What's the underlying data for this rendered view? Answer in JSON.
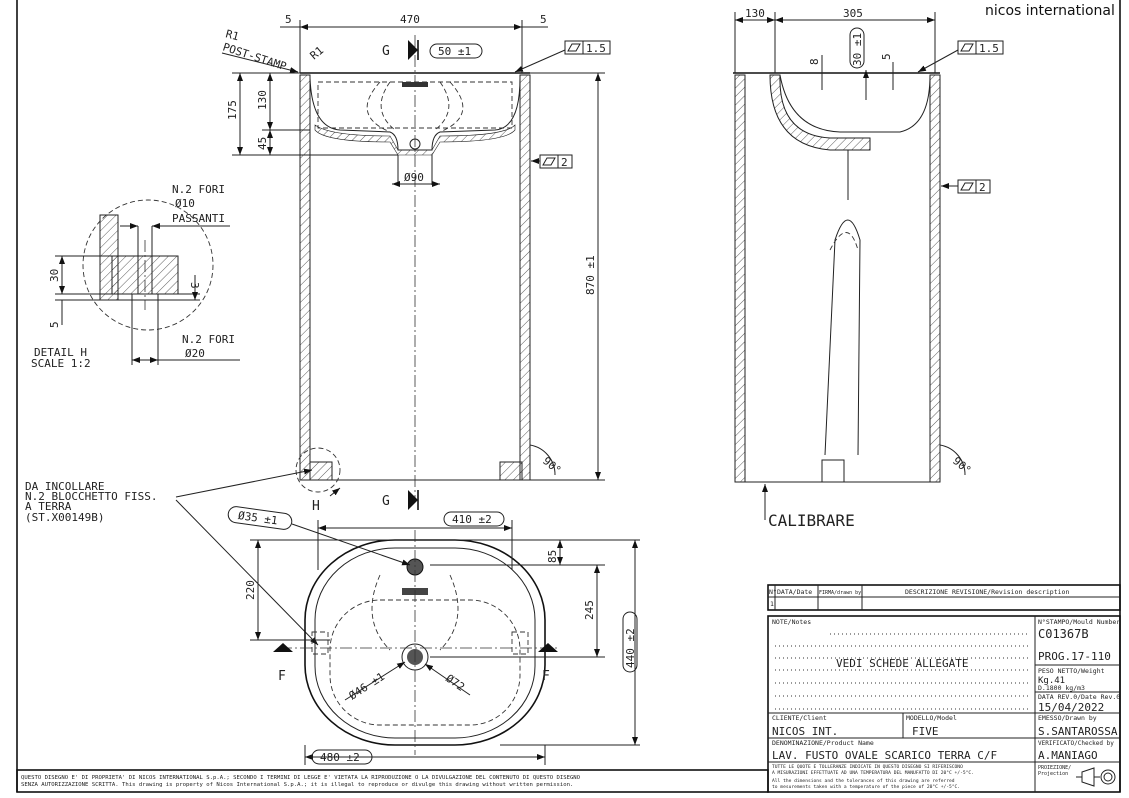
{
  "brand": "nicos international",
  "front_view": {
    "dim_width": "470",
    "dim_left_gap": "5",
    "dim_right_gap": "5",
    "radius_label": "R1",
    "post_stamp": "POST-STAMP",
    "radius_label_2": "R1",
    "section_g_top": "G",
    "section_g_bottom": "G",
    "dim_drain_tol": "50 ±1",
    "flatness_top": "1.5",
    "flatness_side": "2",
    "dim_175": "175",
    "dim_130": "130",
    "dim_45": "45",
    "dim_diameter_90": "Ø90",
    "dim_height": "870 ±1",
    "angle": "90°",
    "detail_h_marker": "H"
  },
  "detail_h": {
    "holes_top": "N.2 FORI",
    "holes_top_dia": "Ø10",
    "holes_top_note": "PASSANTI",
    "holes_bottom": "N.2 FORI",
    "holes_bottom_dia": "Ø20",
    "dim_30": "30",
    "dim_5": "5",
    "dim_3": "3",
    "title": "DETAIL H",
    "scale": "SCALE 1:2"
  },
  "note_glue": [
    "DA INCOLLARE",
    "N.2 BLOCCHETTO FISS.",
    "A TERRA",
    "(ST.X00149B)"
  ],
  "side_view": {
    "dim_130": "130",
    "dim_305": "305",
    "dim_8": "8",
    "dim_30": "30 ±1",
    "dim_5": "5",
    "flatness_top": "1.5",
    "flatness_side": "2",
    "angle": "90°",
    "calibrate": "CALIBRARE"
  },
  "plan_view": {
    "dim_tap_hole": "Ø35 ±1",
    "dim_410": "410 ±2",
    "dim_480": "480 ±2",
    "dim_440": "440 ±2",
    "dim_245": "245",
    "dim_85": "85",
    "dim_220": "220",
    "dim_drain_46": "Ø46 ±1",
    "dim_drain_72": "Ø72",
    "section_f_left": "F",
    "section_f_right": "F"
  },
  "revision_table": {
    "col_no": "N°",
    "col_date": "DATA/Date",
    "col_drawn": "FIRMA/drawn by",
    "col_desc": "DESCRIZIONE REVISIONE/Revision description",
    "row_1_no": "1"
  },
  "title_block": {
    "notes_label": "NOTE/Notes",
    "notes_text": "VEDI SCHEDE ALLEGATE",
    "mould_label": "N°STAMPO/Mould Number",
    "mould_number": "C01367B",
    "prog": "PROG.17-110",
    "weight_label": "PESO NETTO/Weight",
    "weight": "Kg.41",
    "density": "D.1800 kg/m3",
    "rev_date_label": "DATA REV.0/Date Rev.0",
    "rev_date": "15/04/2022",
    "client_label": "CLIENTE/Client",
    "client": "NICOS INT.",
    "model_label": "MODELLO/Model",
    "model": "FIVE",
    "drawn_label": "EMESSO/Drawn by",
    "drawn_by": "S.SANTAROSSA",
    "product_label": "DENOMINAZIONE/Product Name",
    "product": "LAV. FUSTO OVALE SCARICO TERRA C/F",
    "checked_label": "VERIFICATO/Checked by",
    "checked_by": "A.MANIAGO",
    "tolerance_it_1": "TUTTE LE QUOTE E TOLLERANZE INDICATE IN QUESTO DISEGNO SI RIFERISCONO",
    "tolerance_it_2": "A MISURAZIONI EFFETTUATE AD UNA TEMPERATURA DEL MANUFATTO DI 20°C +/-5°C.",
    "tolerance_en_1": "All the dimensions and the tolerances of this drawing are referred",
    "tolerance_en_2": "to mesurements taken with a temperature of the piece of 20°C +/-5°C.",
    "projection_label": "PROIEZIONE/",
    "projection_label_2": "Projection"
  },
  "copyright": {
    "line_1": "QUESTO DISEGNO E' DI PROPRIETA' DI NICOS INTERNATIONAL S.p.A.; SECONDO I TERMINI DI LEGGE E' VIETATA LA RIPRODUZIONE O LA DIVULGAZIONE DEL CONTENUTO DI QUESTO DISEGNO",
    "line_2": "SENZA AUTORIZZAZIONE SCRITTA. This drawing is property of Nicos International S.p.A.; it is illegal to reproduce or divulge this drawing without written permission."
  }
}
